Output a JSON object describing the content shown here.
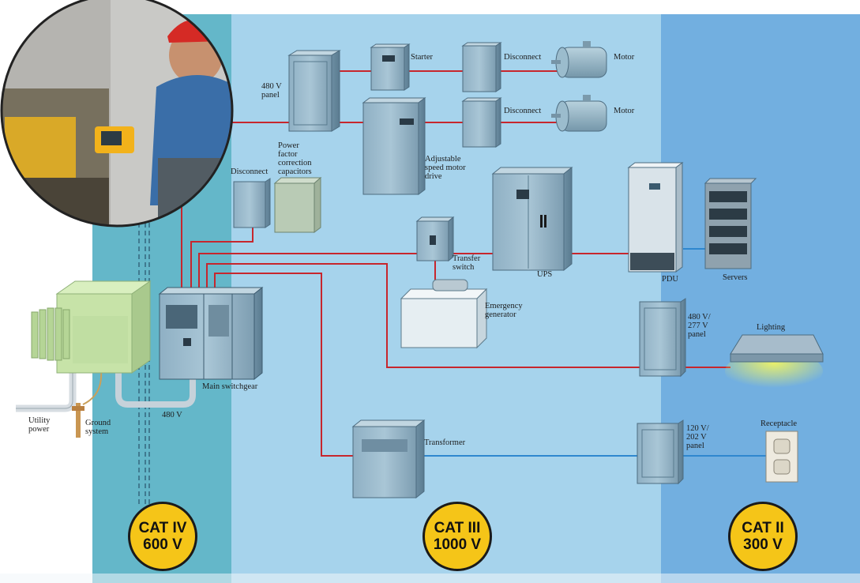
{
  "zones": [
    {
      "id": "cat-iv",
      "text": "CAT IV\n600 V",
      "color": "#64b7c9"
    },
    {
      "id": "cat-iii",
      "text": "CAT III\n1000 V",
      "color": "#a6d3ec"
    },
    {
      "id": "cat-ii",
      "text": "CAT II\n300 V",
      "color": "#72afe0"
    }
  ],
  "colors": {
    "red_wire": "#c7262d",
    "blue_wire": "#2f87cf",
    "equipment": "#9cbccf",
    "badge": "#f5c518"
  },
  "labels": {
    "starter": "Starter",
    "disconnect_1": "Disconnect",
    "motor_1": "Motor",
    "disconnect_2": "Disconnect",
    "motor_2": "Motor",
    "panel_480": "480 V\npanel",
    "asd": "Adjustable\nspeed motor\ndrive",
    "disconnect_3": "Disconnect",
    "pfc": "Power\nfactor\ncorrection\ncapacitors",
    "transfer": "Transfer\nswitch",
    "ups": "UPS",
    "pdu": "PDU",
    "servers": "Servers",
    "generator": "Emergency\ngenerator",
    "panel_480_277": "480 V/\n277 V\npanel",
    "lighting": "Lighting",
    "utility": "Utility\npower",
    "ground": "Ground\nsystem",
    "v480": "480 V",
    "switchgear": "Main switchgear",
    "transformer": "Transformer",
    "panel_120": "120 V/\n202 V\npanel",
    "receptacle": "Receptacle"
  }
}
